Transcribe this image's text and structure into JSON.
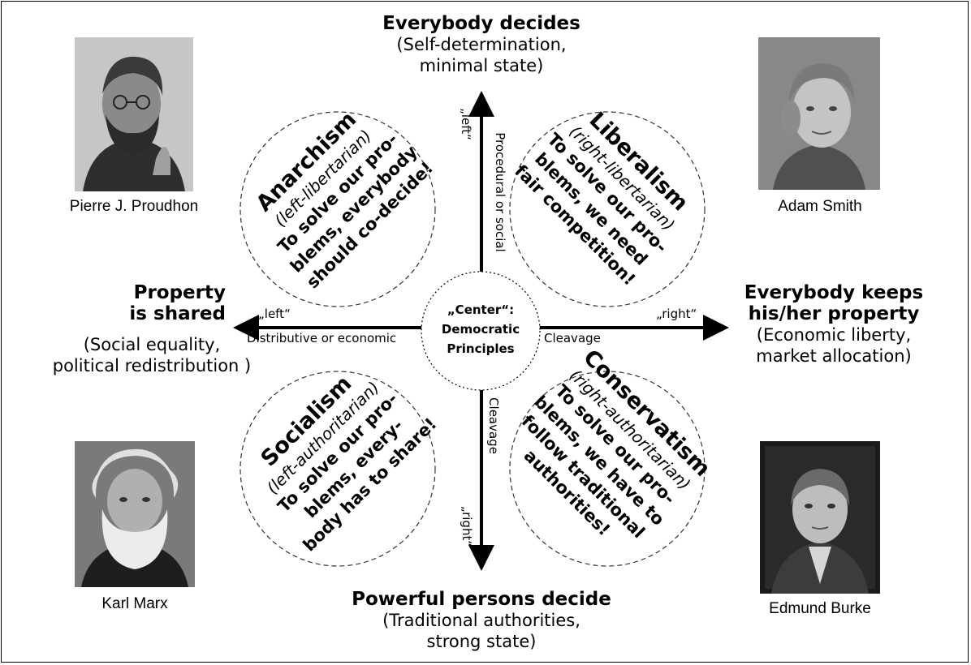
{
  "poles": {
    "top": {
      "title": "Everybody decides",
      "sub1": "(Self-determination,",
      "sub2": "minimal state)"
    },
    "bottom": {
      "title": "Powerful persons decide",
      "sub1": "(Traditional authorities,",
      "sub2": "strong state)"
    },
    "left": {
      "title1": "Property",
      "title2": "is shared",
      "sub1": "(Social equality,",
      "sub2": "political redistribution )"
    },
    "right": {
      "title1": "Everybody keeps",
      "title2": "his/her property",
      "sub1": "(Economic liberty,",
      "sub2": "market allocation)"
    }
  },
  "axes": {
    "vertical_label_top": "Procedural or social",
    "vertical_label_bottom": "Cleavage",
    "vertical_left": "„left“",
    "vertical_right": "„right“",
    "horizontal_label_left": "Distributive or economic",
    "horizontal_label_right": "Cleavage",
    "horizontal_left": "„left“",
    "horizontal_right": "„right“"
  },
  "center": {
    "line1": "„Center“:",
    "line2": "Democratic",
    "line3": "Principles"
  },
  "quadrants": {
    "anarchism": {
      "title": "Anarchism",
      "sub": "(left-libertarian)",
      "l1": "To solve our pro-",
      "l2": "blems, everybody",
      "l3": "should co-decide!"
    },
    "liberalism": {
      "title": "Liberalism",
      "sub": "(right-libertarian)",
      "l1": "To solve our pro-",
      "l2": "blems, we need",
      "l3": "fair competition!"
    },
    "socialism": {
      "title": "Socialism",
      "sub": "(left-authoritarian)",
      "l1": "To solve our pro-",
      "l2": "blems, every-",
      "l3": "body has to share!"
    },
    "conservatism": {
      "title": "Conservatism",
      "sub": "(right-authoritarian)",
      "l1": "To solve our pro-",
      "l2": "blems, we have to",
      "l3": "follow traditional",
      "l4": "authorities!"
    }
  },
  "people": {
    "proudhon": "Pierre J. Proudhon",
    "smith": "Adam Smith",
    "marx": "Karl Marx",
    "burke": "Edmund Burke"
  }
}
